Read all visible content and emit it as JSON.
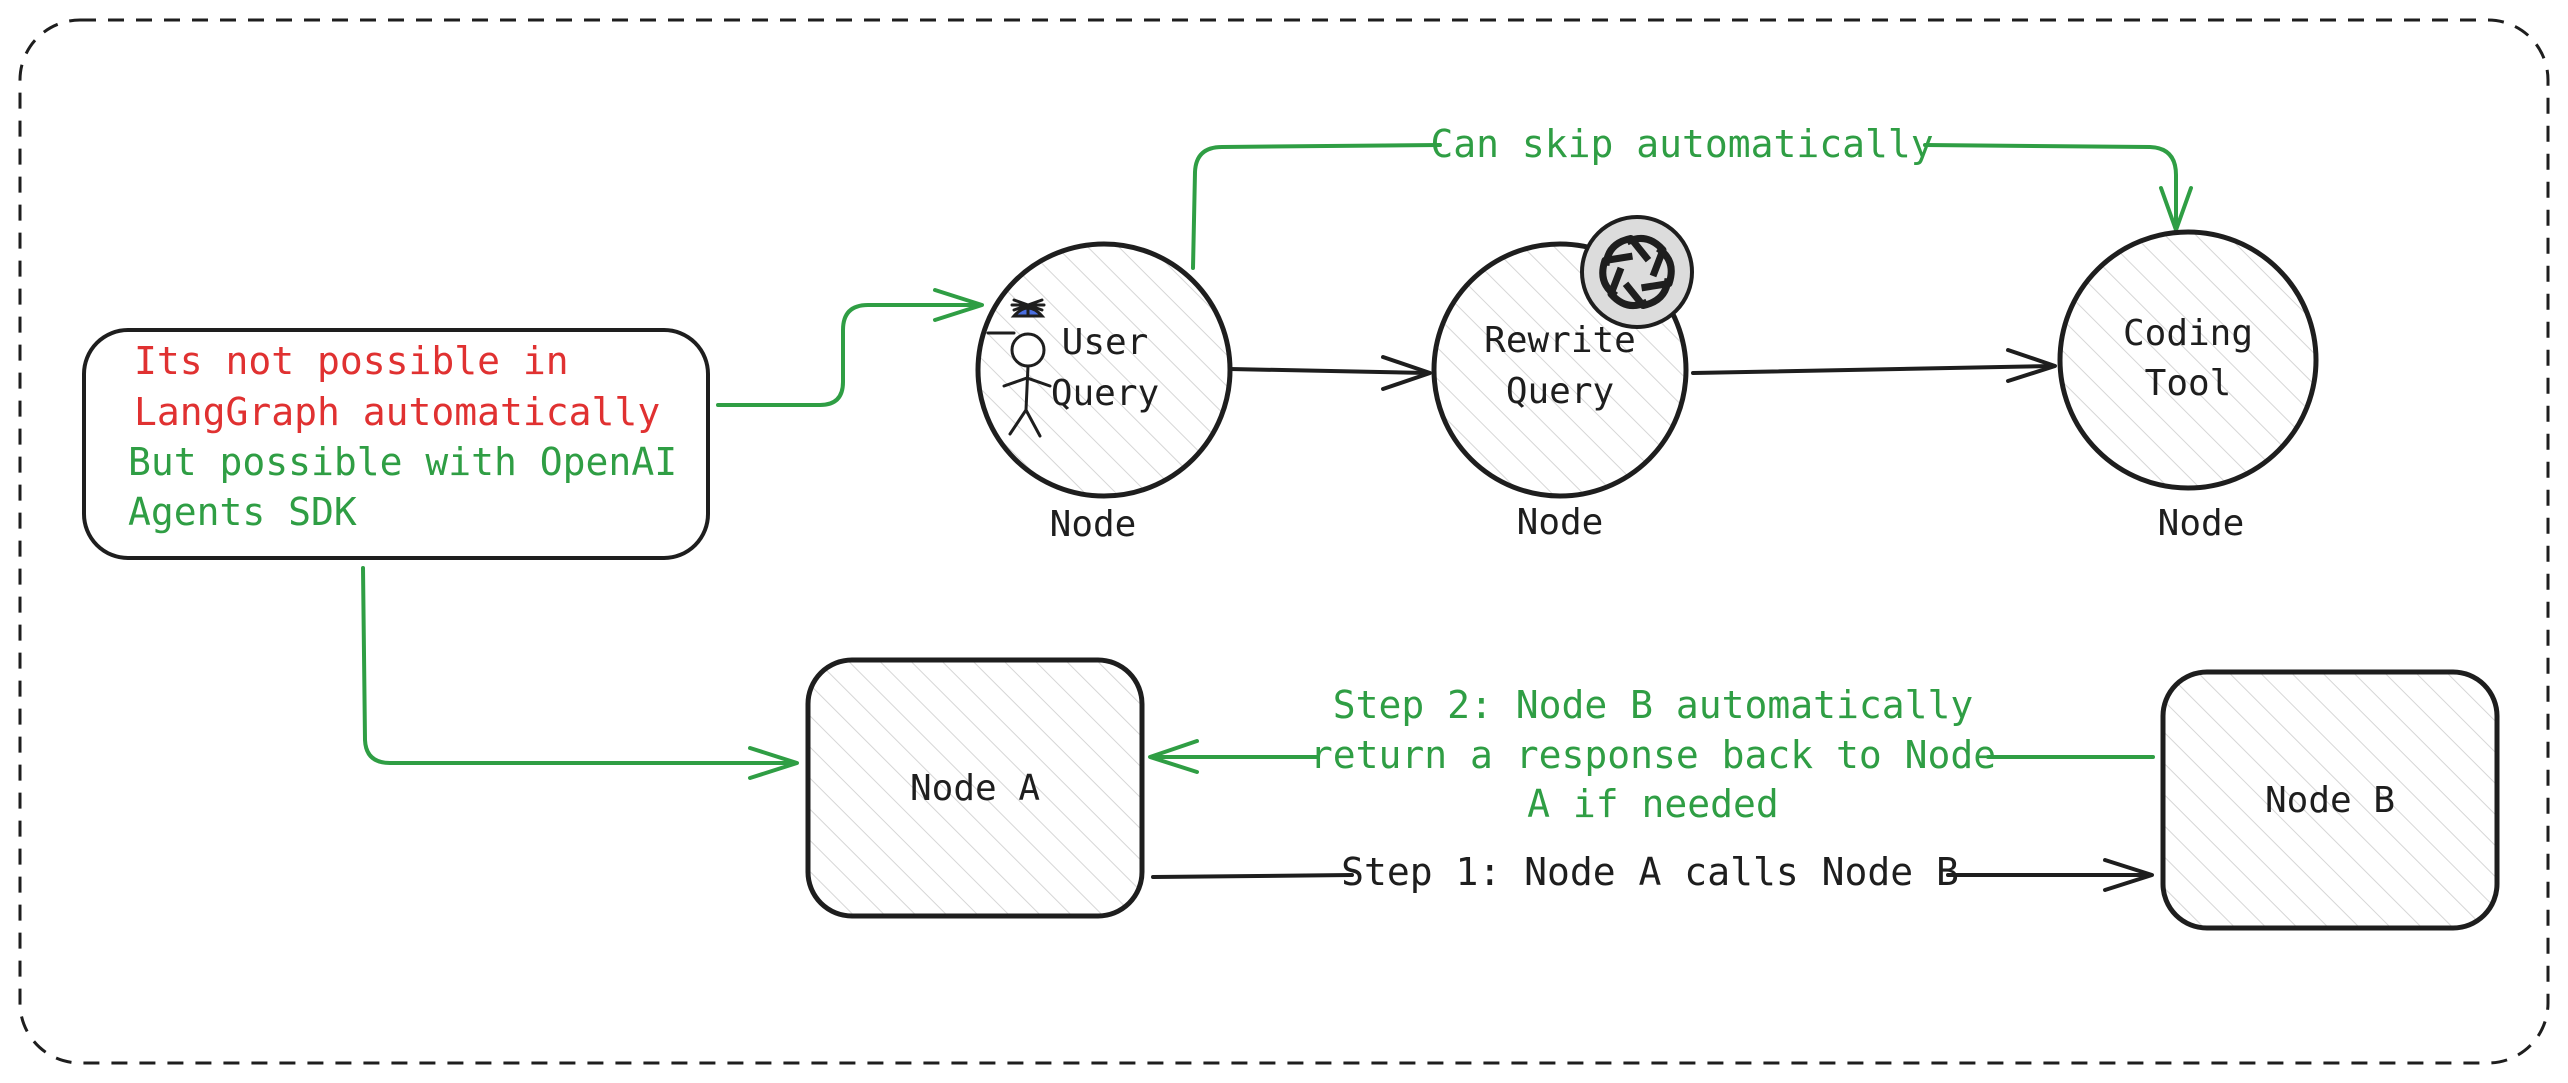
{
  "colors": {
    "stroke": "#1e1e1e",
    "green": "#2f9e44",
    "red": "#e03131",
    "hat_blue": "#4a6ee0",
    "hatch": "#cfcfcf"
  },
  "callout": {
    "line1": "Its not possible in",
    "line2": "LangGraph automatically",
    "line3": "But possible with OpenAI",
    "line4": "Agents SDK"
  },
  "nodes": {
    "user_query": {
      "line1": "User",
      "line2": "Query",
      "caption": "Node",
      "icon": "stick-figure-icon"
    },
    "rewrite_query": {
      "line1": "Rewrite",
      "line2": "Query",
      "caption": "Node",
      "icon": "openai-logo-icon"
    },
    "coding_tool": {
      "line1": "Coding",
      "line2": "Tool",
      "caption": "Node"
    },
    "node_a": {
      "label": "Node A"
    },
    "node_b": {
      "label": "Node B"
    }
  },
  "edges": {
    "skip_label": "Can skip automatically",
    "step1": "Step 1: Node A calls Node B",
    "step2_line1": "Step 2: Node B automatically",
    "step2_line2": "return a response back to Node",
    "step2_line3": "A if needed"
  }
}
